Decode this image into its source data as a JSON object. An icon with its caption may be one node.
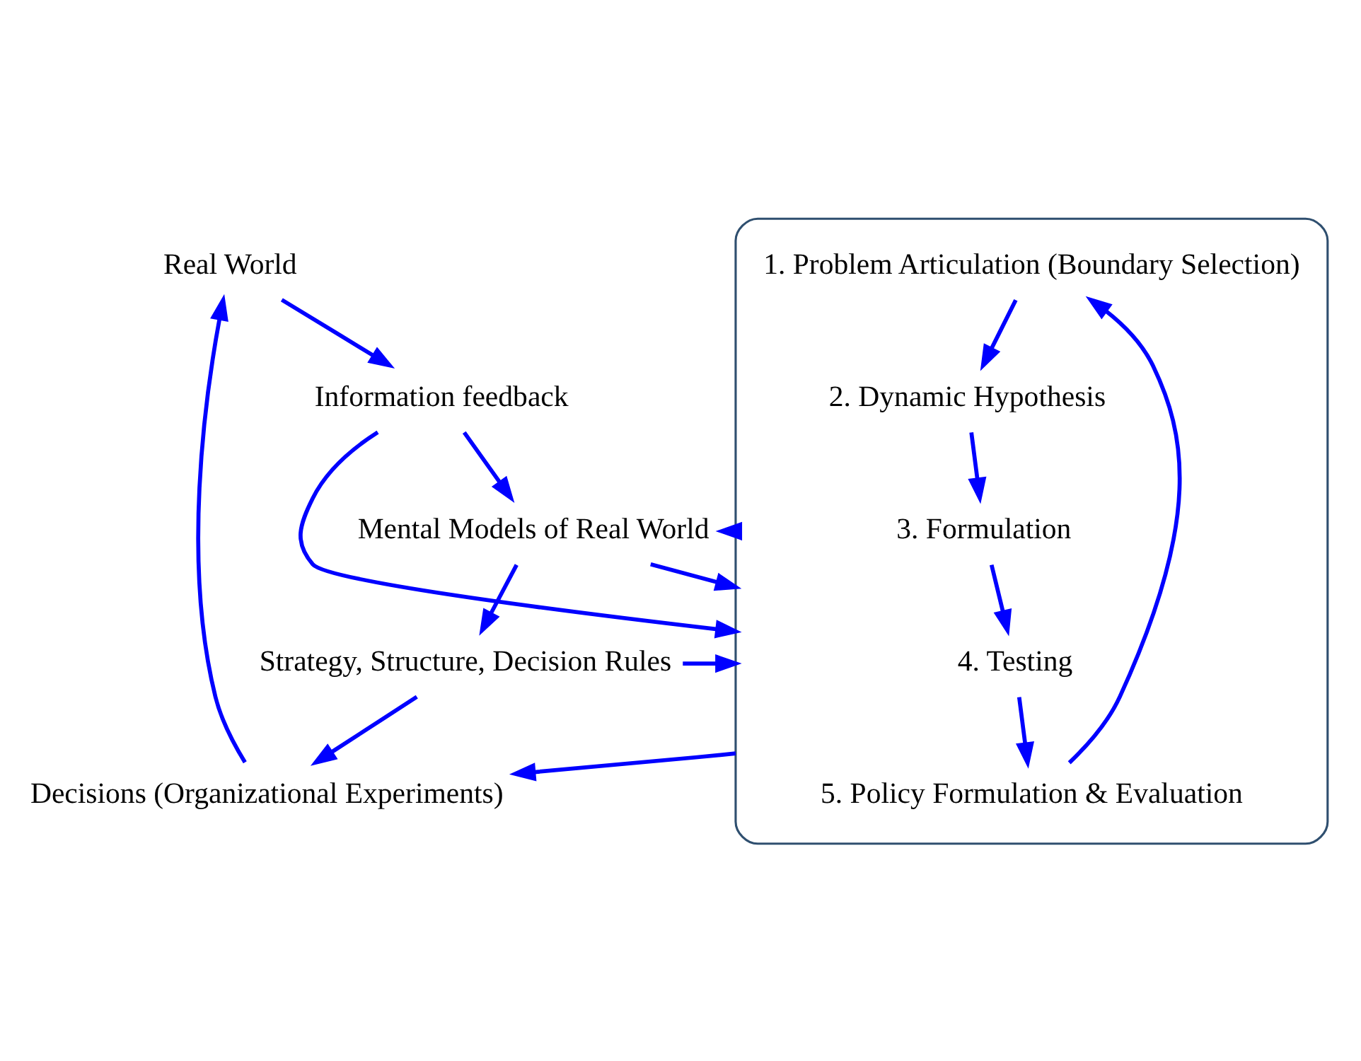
{
  "diagram": {
    "nodes": [
      {
        "text": [
          "Real World"
        ]
      },
      {
        "text": [
          "Information feedback"
        ]
      },
      {
        "text": [
          "Mental Models of Real World"
        ]
      },
      {
        "text": [
          "Strategy, Structure, Decision Rules"
        ]
      },
      {
        "text": [
          "Decisions (Organizational Experiments)"
        ]
      },
      {
        "text": [],
        "shape": "ellipse"
      },
      {
        "text": [
          "1. Problem Articulation (Boundary Selection)"
        ],
        "in": 5
      },
      {
        "text": [
          "2. Dynamic Hypothesis"
        ],
        "in": 5
      },
      {
        "text": [
          "3. Formulation"
        ],
        "in": 5
      },
      {
        "text": [
          "4. Testing"
        ],
        "in": 5
      },
      {
        "text": [
          "5. Policy Formulation & Evaluation"
        ],
        "in": 5
      }
    ],
    "edges": [
      {
        "from": 4,
        "to": 0,
        "arrow": "to"
      },
      {
        "from": 0,
        "to": 1,
        "arrow": "to"
      },
      {
        "from": 1,
        "to": 5,
        "arrow": "to"
      },
      {
        "from": 1,
        "to": 2,
        "arrow": "to"
      },
      {
        "from": 5,
        "to": 2,
        "arrow": "to"
      },
      {
        "from": 2,
        "to": 5,
        "arrow": "to"
      },
      {
        "from": 2,
        "to": 3,
        "arrow": "to"
      },
      {
        "from": 3,
        "to": 5,
        "arrow": "to"
      },
      {
        "from": 3,
        "to": 4,
        "arrow": "to"
      },
      {
        "from": 5,
        "to": 4,
        "arrow": "to"
      },
      {
        "from": 10,
        "to": 6,
        "arrow": "to"
      },
      {
        "from": 6,
        "to": 7,
        "arrow": "to"
      },
      {
        "from": 7,
        "to": 8,
        "arrow": "to"
      },
      {
        "from": 8,
        "to": 9,
        "arrow": "to"
      },
      {
        "from": 9,
        "to": 10,
        "arrow": "to"
      }
    ]
  }
}
